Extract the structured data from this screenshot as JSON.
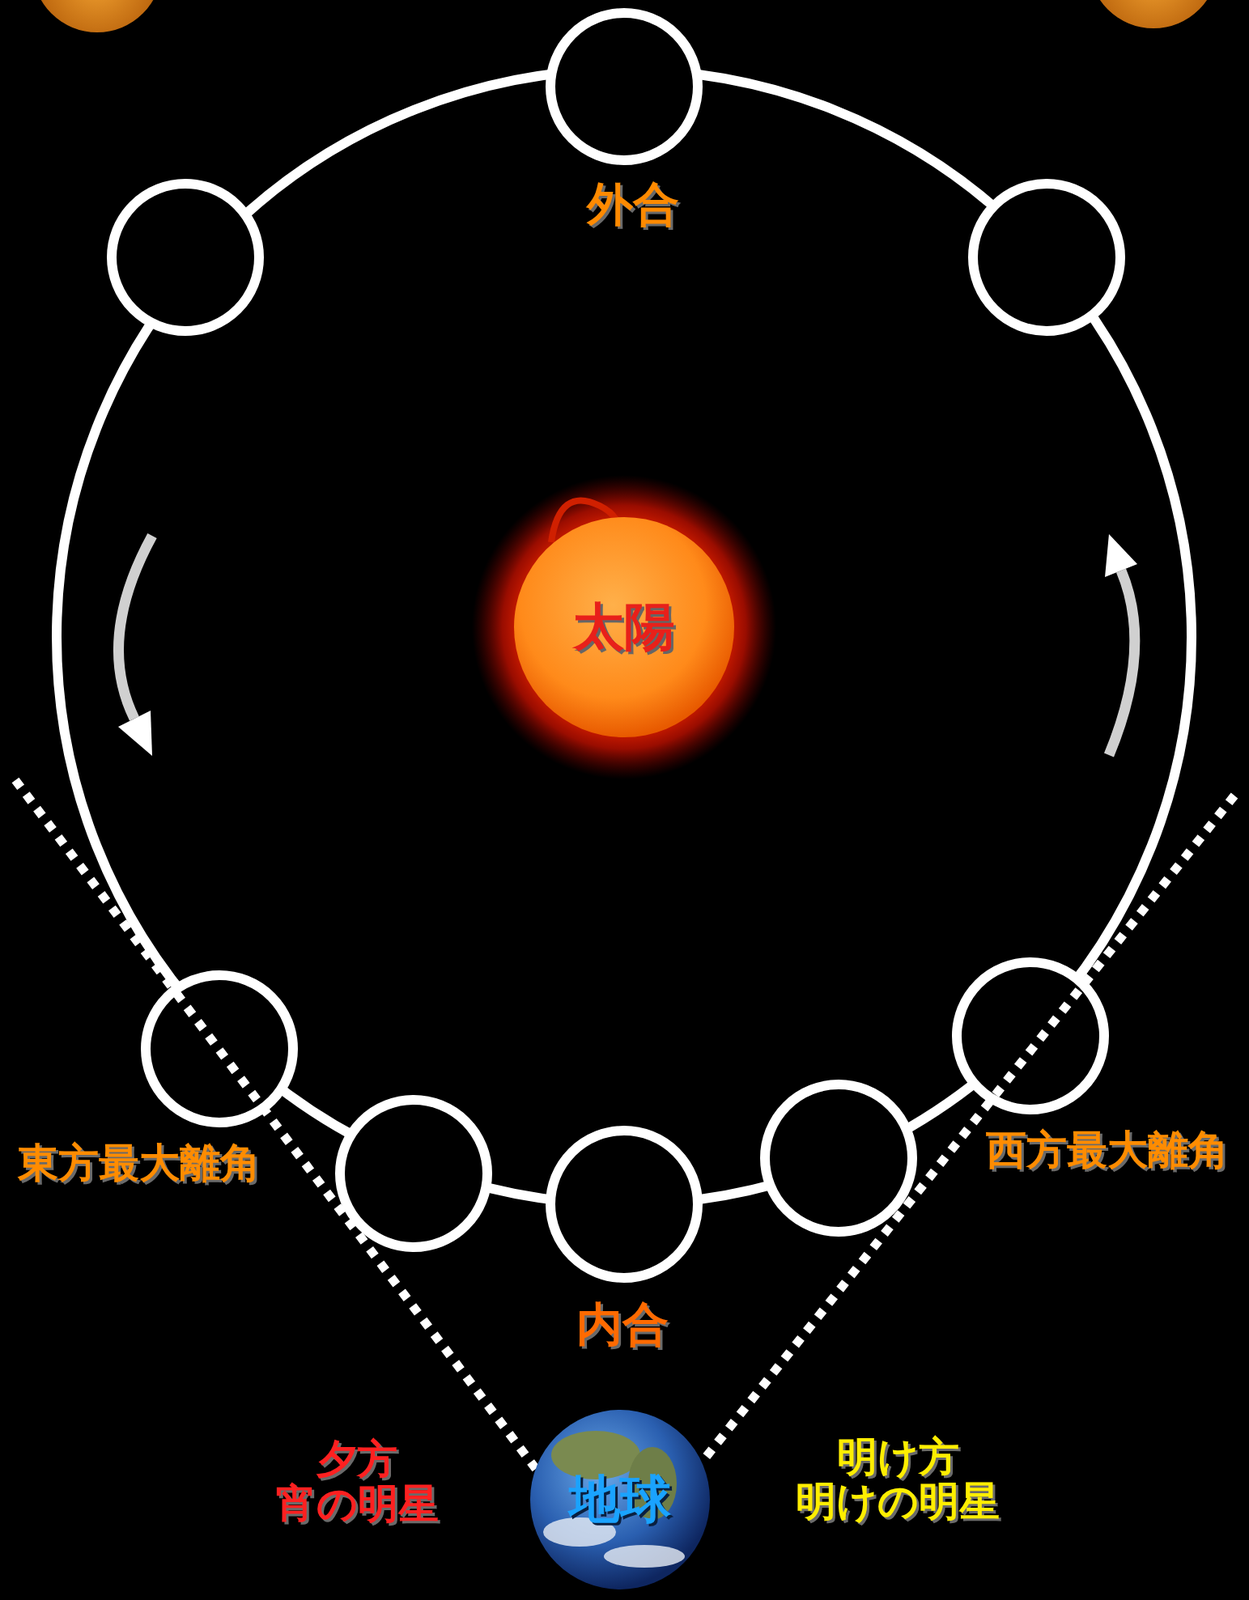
{
  "diagram": {
    "nodes": [
      {
        "text": [
          "太陽"
        ]
      },
      {
        "text": [
          "地球"
        ]
      }
    ],
    "labels": [
      "外合",
      "内合",
      "東方最大離角",
      "西方最大離角",
      "夕方",
      "宵の明星",
      "明け方",
      "明けの明星"
    ]
  }
}
